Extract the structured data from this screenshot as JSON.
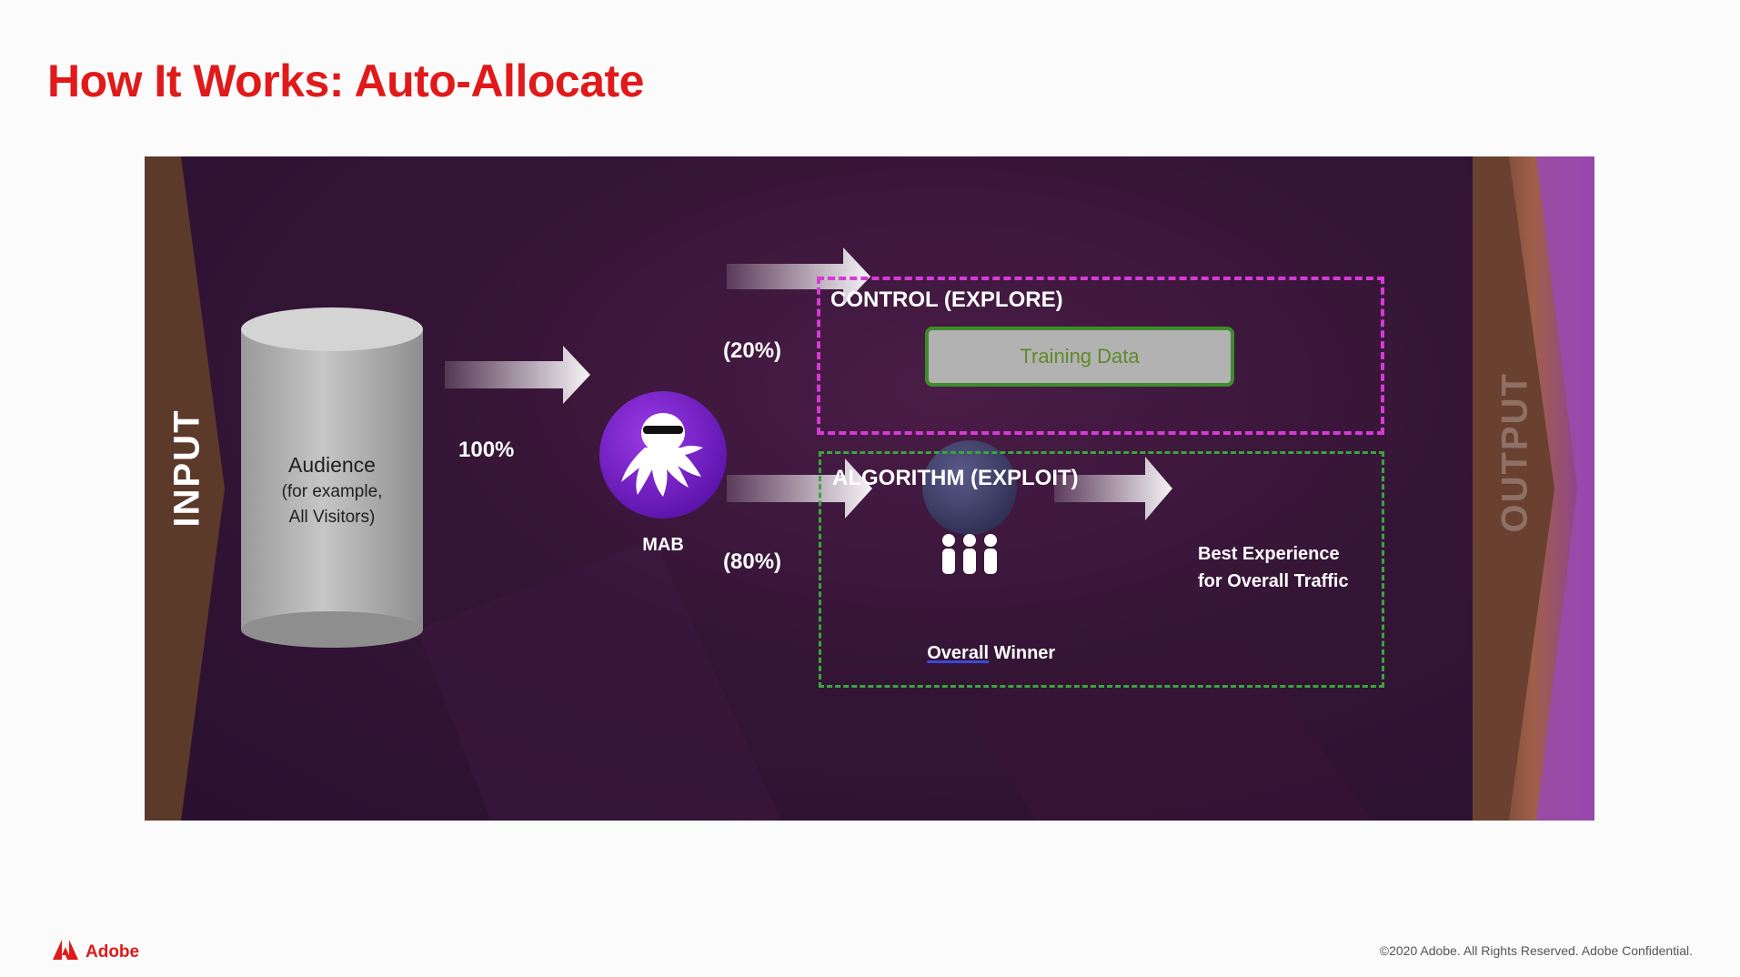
{
  "slide": {
    "title": "How It Works: Auto-Allocate",
    "accent_color": "#e01a1a"
  },
  "diagram": {
    "input_label": "INPUT",
    "output_label": "OUTPUT",
    "audience": {
      "title": "Audience",
      "subtitle_line1": "(for example,",
      "subtitle_line2": "All Visitors)"
    },
    "arrow_100": "100%",
    "mab_label": "MAB",
    "mab_icon": "octopus-icon",
    "control": {
      "title": "CONTROL (EXPLORE)",
      "percent": "(20%)",
      "box_label": "Training Data",
      "border_color": "#d63ad6"
    },
    "algorithm": {
      "title": "ALGORITHM (EXPLOIT)",
      "percent": "(80%)",
      "winner_bold": "Overall",
      "winner_rest": " Winner",
      "winner_icon": "people-group-icon",
      "result_line1": "Best Experience",
      "result_line2": "for Overall Traffic",
      "border_color": "#3aa53a"
    }
  },
  "footer": {
    "brand": "Adobe",
    "brand_icon": "adobe-logo-icon",
    "copyright": "©2020 Adobe. All Rights Reserved. Adobe Confidential."
  }
}
